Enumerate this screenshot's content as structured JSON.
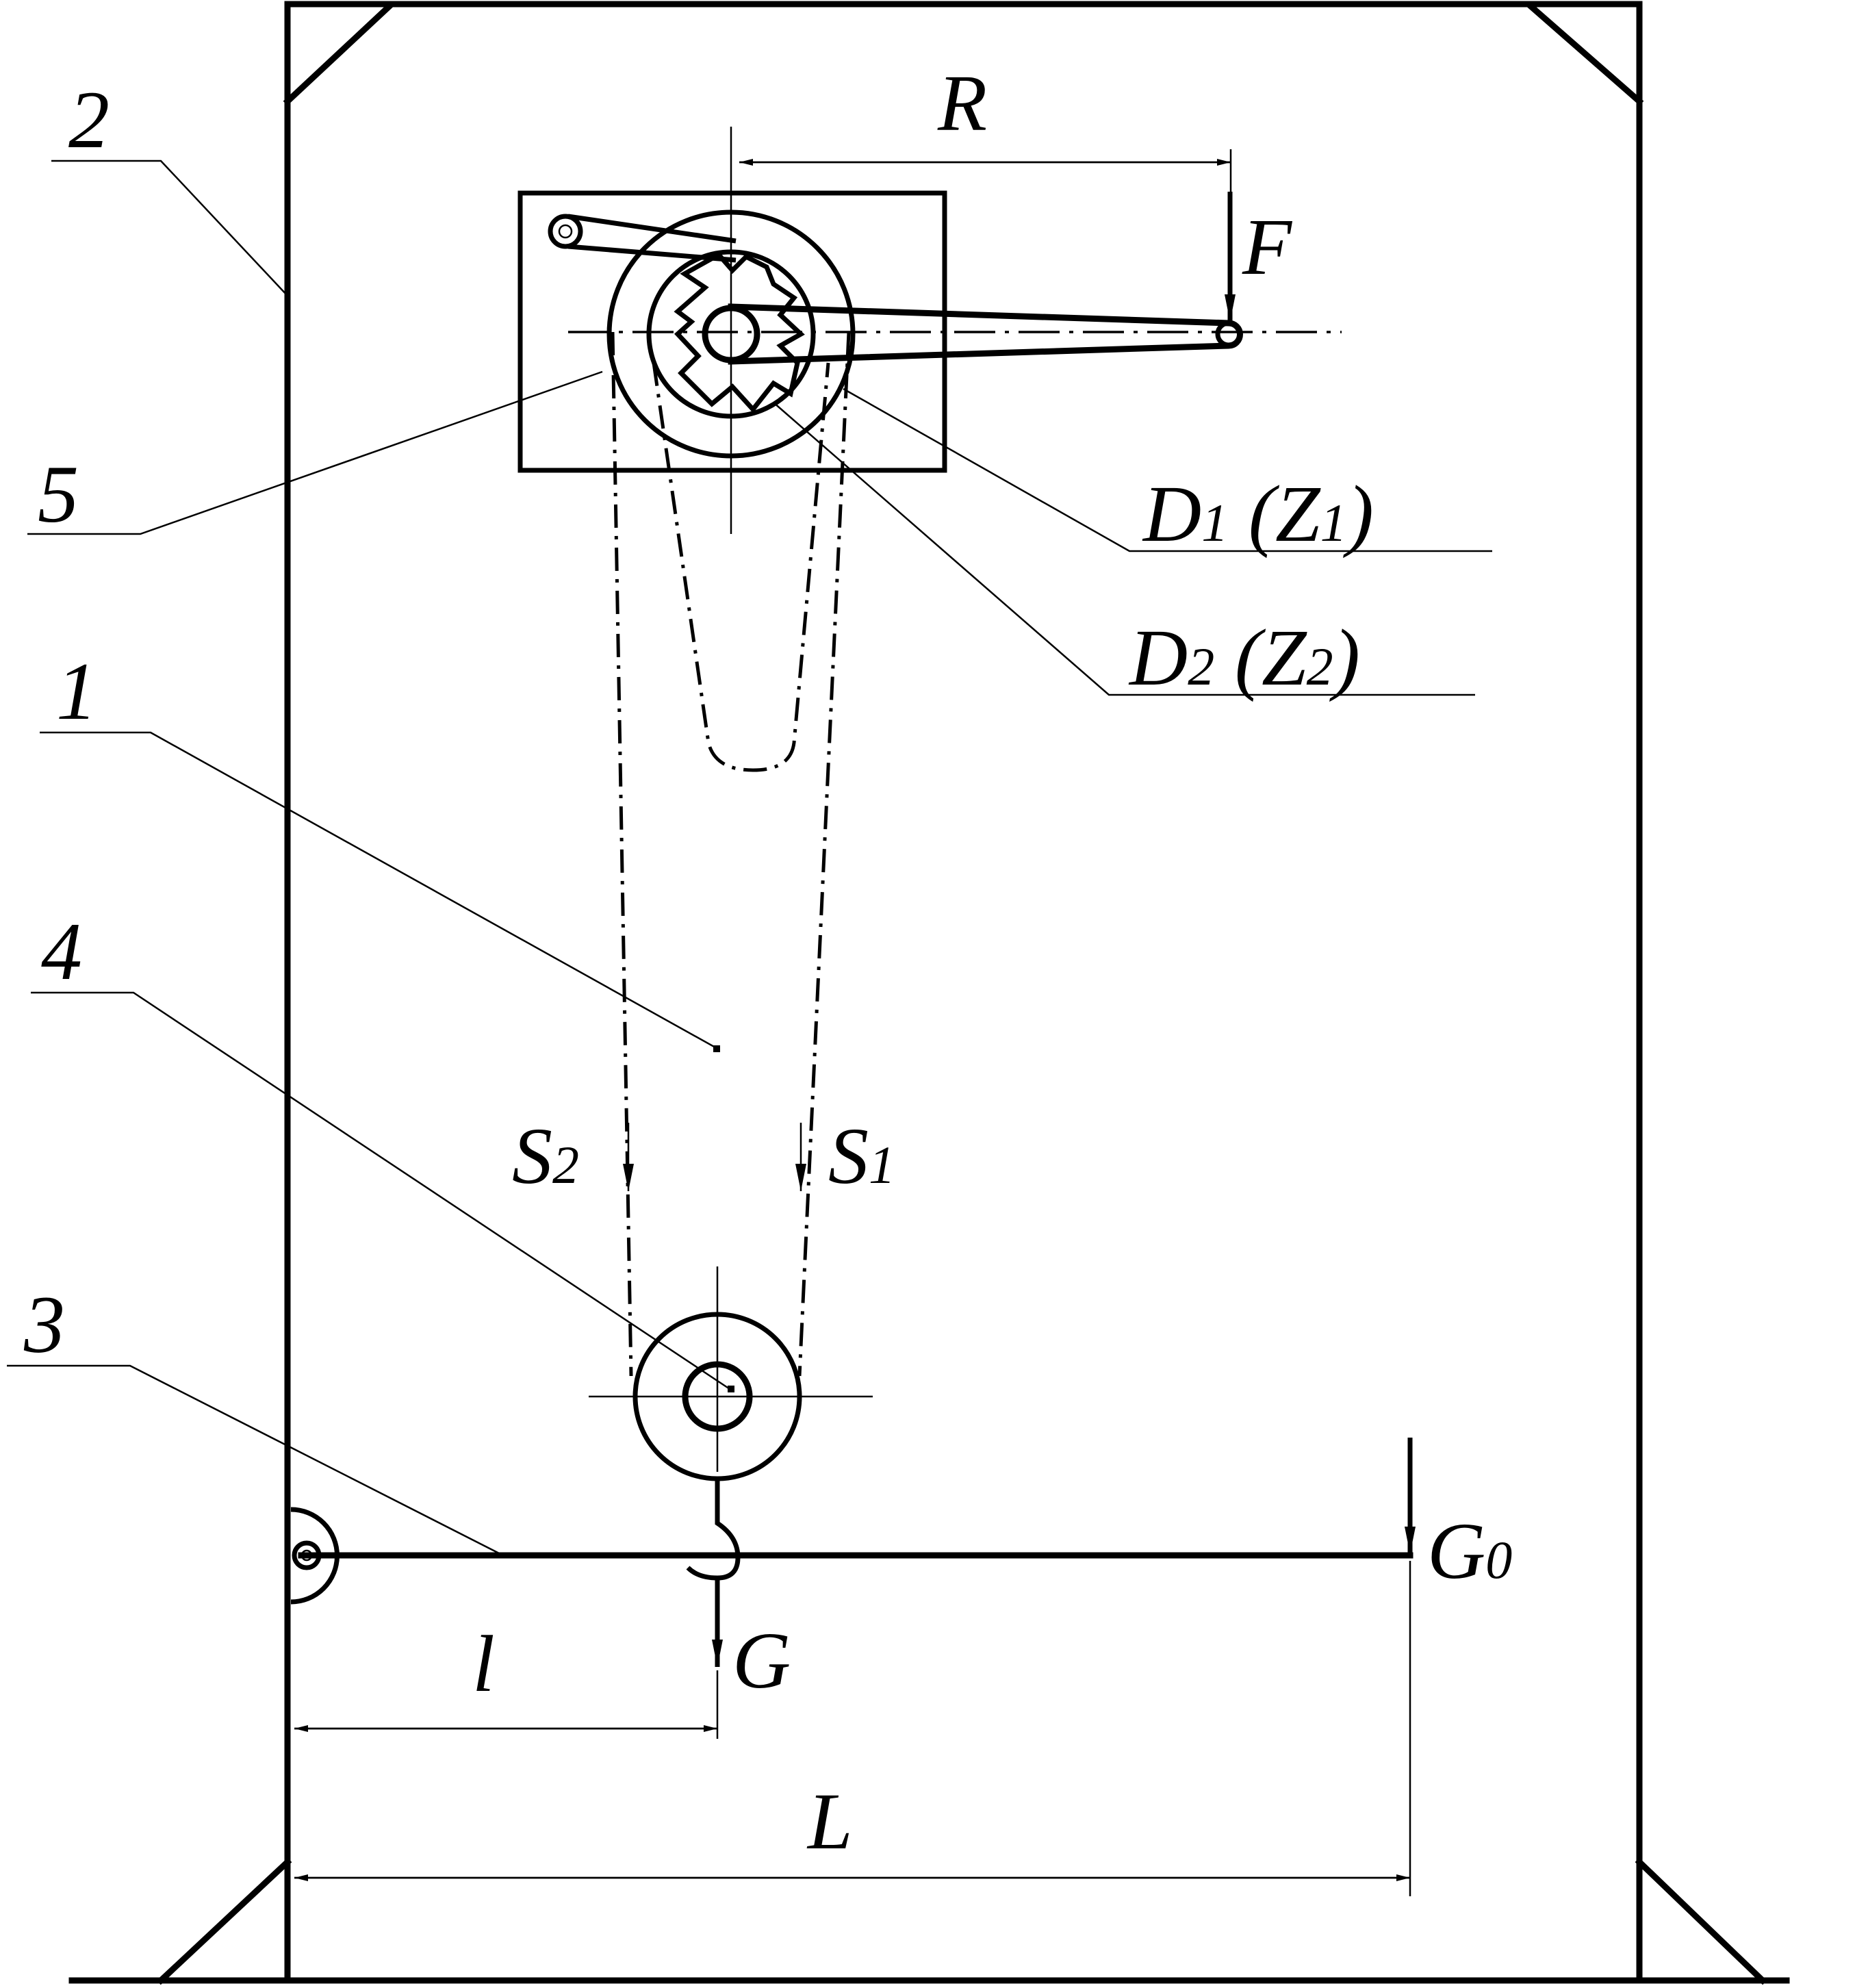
{
  "parts": {
    "frame": "2",
    "chain": "1",
    "lever": "3",
    "lower_sprocket": "4",
    "ratchet": "5"
  },
  "sprockets": {
    "d1_main": "D",
    "d1_sub": "1",
    "d1_paren_open": " (Z",
    "d1_paren_sub": "1",
    "d1_paren_close": ")",
    "d2_main": "D",
    "d2_sub": "2",
    "d2_paren_open": " (Z",
    "d2_paren_sub": "2",
    "d2_paren_close": ")"
  },
  "forces": {
    "F": "F",
    "G": "G",
    "G0_main": "G",
    "G0_sub": "0",
    "S1_main": "S",
    "S1_sub": "1",
    "S2_main": "S",
    "S2_sub": "2"
  },
  "dimensions": {
    "R": "R",
    "l": "l",
    "L": "L"
  }
}
